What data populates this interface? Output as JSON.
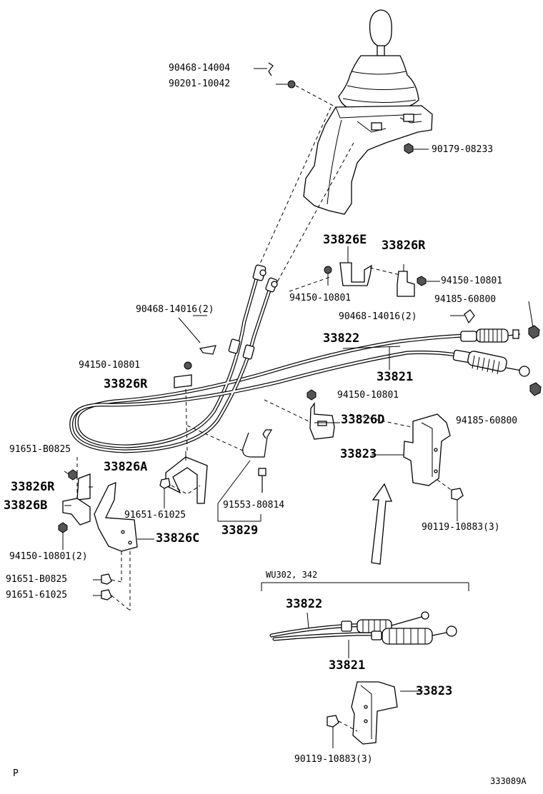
{
  "labels": {
    "p90468_14004": "90468-14004",
    "p90201_10042": "90201-10042",
    "p90179_08233": "90179-08233",
    "p33826E": "33826E",
    "p33826R_top": "33826R",
    "p94150_10801_a": "94150-10801",
    "p94150_10801_b": "94150-10801",
    "p94185_60800_a": "94185-60800",
    "p90468_14016_left": "90468-14016(2)",
    "p90468_14016_right": "90468-14016(2)",
    "p33822_main": "33822",
    "p94150_10801_c": "94150-10801",
    "p33821_main": "33821",
    "p33826R_mid": "33826R",
    "p94150_10801_d": "94150-10801",
    "p33826D": "33826D",
    "p94185_60800_b": "94185-60800",
    "p91651_B0825_a": "91651-B0825",
    "p33826A": "33826A",
    "p33823_main": "33823",
    "p33826R_left": "33826R",
    "p33826B": "33826B",
    "p91651_61025_a": "91651-61025",
    "p91553_80814": "91553-80814",
    "p90119_10883_a": "90119-10883(3)",
    "p33829": "33829",
    "p33826C": "33826C",
    "p94150_10801_e": "94150-10801(2)",
    "p91651_B0825_b": "91651-B0825",
    "p91651_61025_b": "91651-61025",
    "variant": "WU302, 342",
    "p33822_sub": "33822",
    "p33821_sub": "33821",
    "p33823_sub": "33823",
    "p90119_10883_b": "90119-10883(3)",
    "corner_p": "P",
    "drawing_no": "333089A"
  }
}
